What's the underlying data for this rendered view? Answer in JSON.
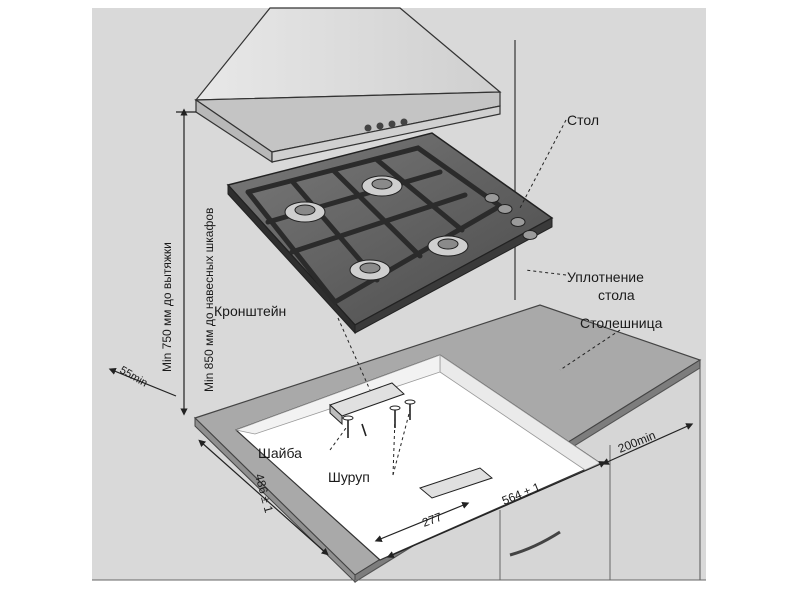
{
  "labels": {
    "table": "Стол",
    "seal_line1": "Уплотнение",
    "seal_line2": "стола",
    "countertop": "Столешница",
    "bracket": "Кронштейн",
    "washer": "Шайба",
    "screw": "Шуруп"
  },
  "dimensions": {
    "hood_clearance": "Min 750 мм до вытяжки",
    "cabinet_clearance": "Min 850 мм до навесных шкафов",
    "back_gap": "55min",
    "side_gap": "200min",
    "depth": "486 ± 1",
    "width": "564 ± 1",
    "bracket_offset": "277"
  },
  "colors": {
    "wall": "#d9d9d9",
    "countertop": "#a9a9a9",
    "hob_glass": "#5a5a5a",
    "grate": "#3a3a3a"
  }
}
